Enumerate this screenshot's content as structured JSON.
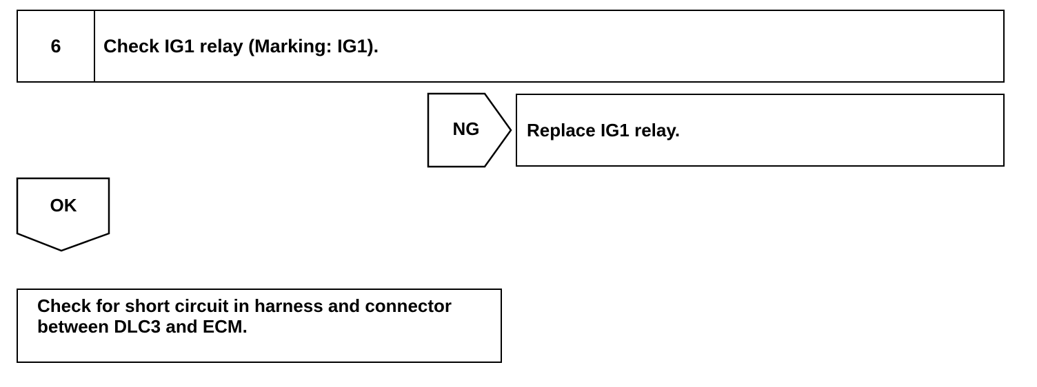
{
  "step": {
    "number": "6",
    "title": "Check IG1 relay (Marking: IG1)."
  },
  "ng_branch": {
    "label": "NG",
    "action": "Replace IG1 relay."
  },
  "ok_branch": {
    "label": "OK",
    "action": "Check for short circuit in harness and connector between DLC3 and ECM."
  }
}
